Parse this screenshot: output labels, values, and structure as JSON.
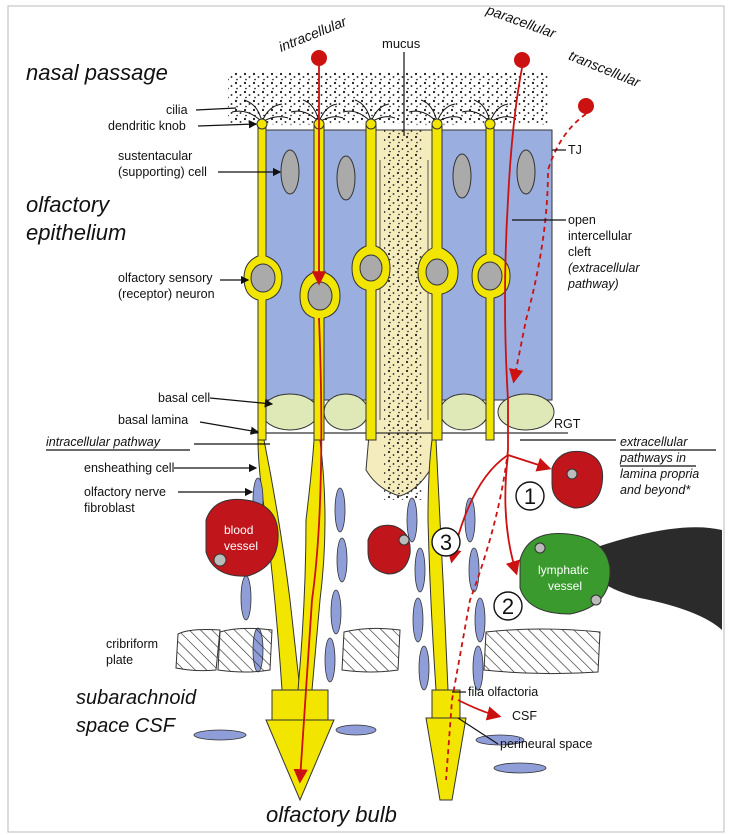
{
  "regions": {
    "nasal_passage": "nasal passage",
    "olfactory_epithelium_line1": "olfactory",
    "olfactory_epithelium_line2": "epithelium",
    "subarachnoid_line1": "subarachnoid",
    "subarachnoid_line2": "space CSF",
    "olfactory_bulb": "olfactory bulb"
  },
  "route_labels": {
    "intracellular": "intracellular",
    "paracellular": "paracellular",
    "transcellular": "transcellular",
    "mucus": "mucus"
  },
  "left_labels": {
    "cilia": "cilia",
    "dendritic_knob": "dendritic knob",
    "sustentacular_1": "sustentacular",
    "sustentacular_2": "(supporting) cell",
    "osn_1": "olfactory sensory",
    "osn_2": "(receptor) neuron",
    "basal_cell": "basal cell",
    "basal_lamina": "basal lamina",
    "intracellular_pathway": "intracellular pathway",
    "ensheathing_cell": "ensheathing cell",
    "nerve_fibroblast_1": "olfactory nerve",
    "nerve_fibroblast_2": "fibroblast",
    "cribriform_1": "cribriform",
    "cribriform_2": "plate"
  },
  "right_labels": {
    "tj": "TJ",
    "cleft_1": "open",
    "cleft_2": "intercellular",
    "cleft_3": "cleft",
    "cleft_4": "(extracellular",
    "cleft_5": "pathway)",
    "rgt": "RGT",
    "extra_1": "extracellular",
    "extra_2": "pathways in",
    "extra_3": "lamina propria",
    "extra_4": "and beyond*",
    "fila_olfactoria": "fila olfactoria",
    "csf": "CSF",
    "perineural_space": "perineural space"
  },
  "vessels": {
    "blood_1": "blood",
    "blood_2": "vessel",
    "lymph_1": "lymphatic",
    "lymph_2": "vessel"
  },
  "route_numbers": [
    "1",
    "2",
    "3"
  ],
  "colors": {
    "neuron_yellow": "#f2e600",
    "support_blue": "#9aaee0",
    "basal_green": "#dfe9b8",
    "mucus_cream": "#f4ecbc",
    "blood_red": "#c0161b",
    "lymph_green": "#3a9a2e",
    "pathway_red": "#cc1111",
    "fibroblast_blue": "#8f9ed8",
    "dark_gray": "#2b2b2b"
  }
}
